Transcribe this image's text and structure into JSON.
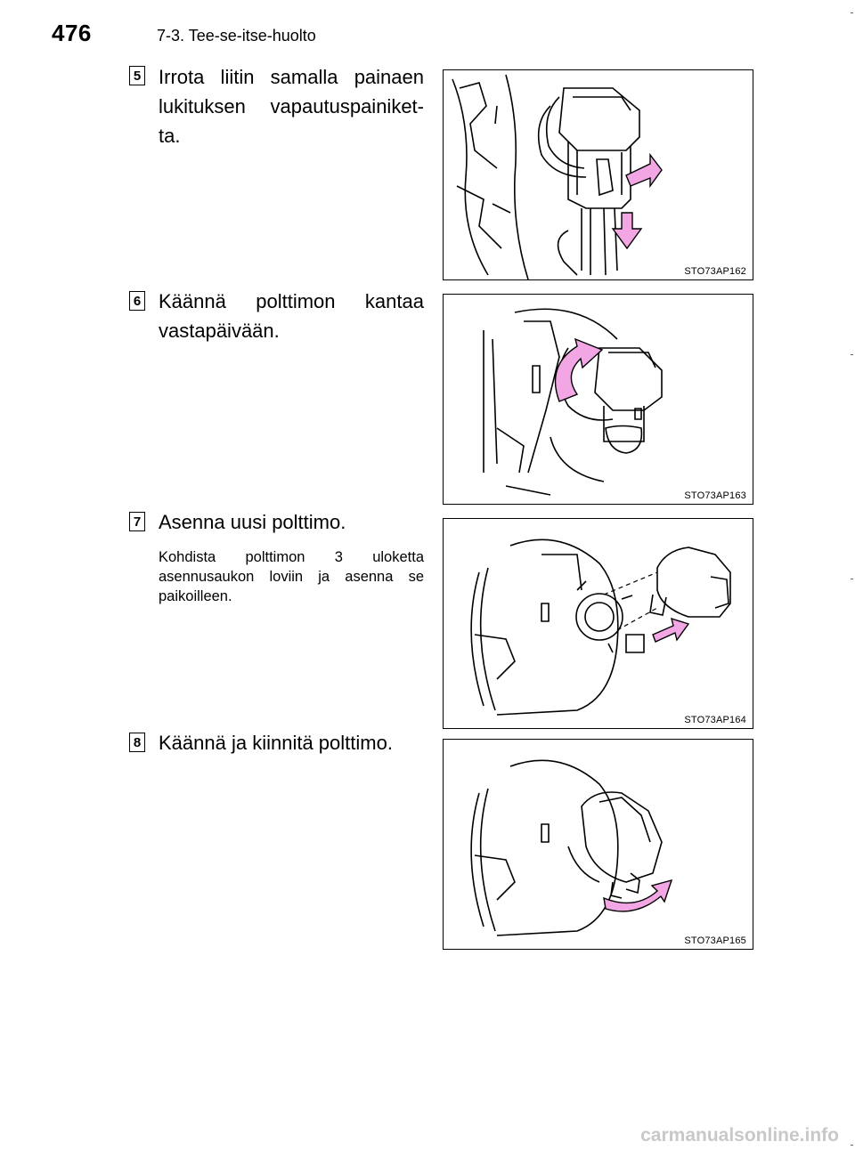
{
  "header": {
    "page_number": "476",
    "section_title": "7-3. Tee-se-itse-huolto"
  },
  "steps": [
    {
      "number": "5",
      "text": "Irrota liitin samalla painaen lukituksen vapautuspainiket-ta.",
      "note": "",
      "figure_code": "STO73AP162"
    },
    {
      "number": "6",
      "text": "Käännä polttimon kantaa vastapäivään.",
      "note": "",
      "figure_code": "STO73AP163"
    },
    {
      "number": "7",
      "text": "Asenna uusi polttimo.",
      "note": "Kohdista polttimon 3 uloketta asennusaukon loviin ja asenna se paikoilleen.",
      "figure_code": "STO73AP164"
    },
    {
      "number": "8",
      "text": "Käännä ja kiinnitä polttimo.",
      "note": "",
      "figure_code": "STO73AP165"
    }
  ],
  "watermark": "carmanualsonline.info",
  "colors": {
    "arrow_fill": "#f2a6e4",
    "line": "#000000",
    "watermark": "#c8c8c8"
  }
}
